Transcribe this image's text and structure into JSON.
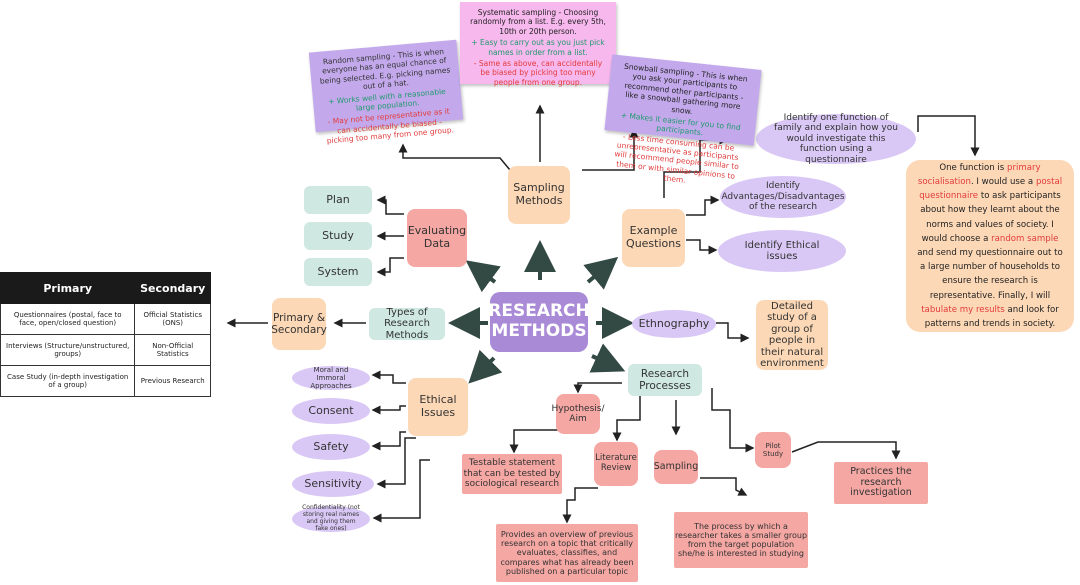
{
  "center": "RESEARCH METHODS",
  "branches": {
    "sampling_methods": "Sampling Methods",
    "evaluating_data": "Evaluating Data",
    "example_questions": "Example Questions",
    "types_of_research_methods": "Types of Research Methods",
    "ethnography": "Ethnography",
    "ethical_issues": "Ethical Issues",
    "research_processes": "Research Processes",
    "primary_secondary": "Primary & Secondary"
  },
  "evaluating_items": [
    "Plan",
    "Study",
    "System"
  ],
  "example_questions": {
    "q1": "Identify one function of family and explain how you would investigate this function using a questionnaire",
    "q2": "Identify Advantages/Disadvantages of the research",
    "q3": "Identify Ethical issues",
    "answer_parts": [
      "One function is ",
      "primary socialisation",
      ". I would use a ",
      "postal questionnaire",
      " to ask participants about how they learnt about the norms and values of society. I would choose a ",
      "random sample",
      " and send my questionnaire out to a large number of households to ensure the research is representative. Finally, I will ",
      "tabulate my results",
      " and look for patterns and trends in society."
    ]
  },
  "ethnography_definition": "Detailed study of a group of people in their natural environment",
  "ethical_items": [
    "Moral and Immoral Approaches",
    "Consent",
    "Safety",
    "Sensitivity",
    "Confidentiality (not storing real names and giving them fake ones)"
  ],
  "research_processes": {
    "hypothesis": "Hypothesis/ Aim",
    "hypothesis_def": "Testable statement that can be tested by sociological research",
    "literature_review": "Literature Review",
    "literature_review_def": "Provides an overview of previous research on a topic that critically evaluates, classifies, and compares what has already been published on a particular topic",
    "sampling": "Sampling",
    "sampling_def": "The process by which a researcher takes a smaller group from the target population she/he is interested in studying",
    "pilot_study": "Pilot Study",
    "pilot_study_def": "Practices the research investigation"
  },
  "sampling_notes": {
    "random": {
      "title": "Random sampling - This is when everyone has an equal chance of being selected. E.g. picking names out of a hat.",
      "plus": "+ Works well with a reasonable large population.",
      "minus": "- May not be representative as it can accidentally be biased - picking too many from one group."
    },
    "systematic": {
      "title": "Systematic sampling - Choosing randomly from a list. E.g. every 5th, 10th or 20th person.",
      "plus": "+ Easy to carry out as you just pick names in order from a list.",
      "minus": "- Same as above, can accidentally be biased by picking too many people from one group."
    },
    "snowball": {
      "title": "Snowball sampling - This is when you ask your participants to recommend other participants - like a snowball gathering more snow.",
      "plus": "+ Makes it easier for you to find participants.",
      "minus": "- Less time consuming can be unrepresentative as participants will recommend people similar to them or with similar opinions to them."
    }
  },
  "table": {
    "headers": [
      "Primary",
      "Secondary"
    ],
    "rows": [
      [
        "Questionnaires (postal, face to face, open/closed question)",
        "Official Statistics (ONS)"
      ],
      [
        "Interviews (Structure/unstructured, groups)",
        "Non-Official Statistics"
      ],
      [
        "Case Study (in-depth investigation of a group)",
        "Previous Research"
      ]
    ]
  },
  "colors": {
    "center": "#a98ad6",
    "mint": "#cfe9e2",
    "salmon": "#f4a7a3",
    "peach": "#fcd8b6",
    "lavender": "#d9c8f5",
    "note_purple": "#c3a9ec",
    "note_pink": "#f7b8ee",
    "arrow": "#334a44"
  }
}
